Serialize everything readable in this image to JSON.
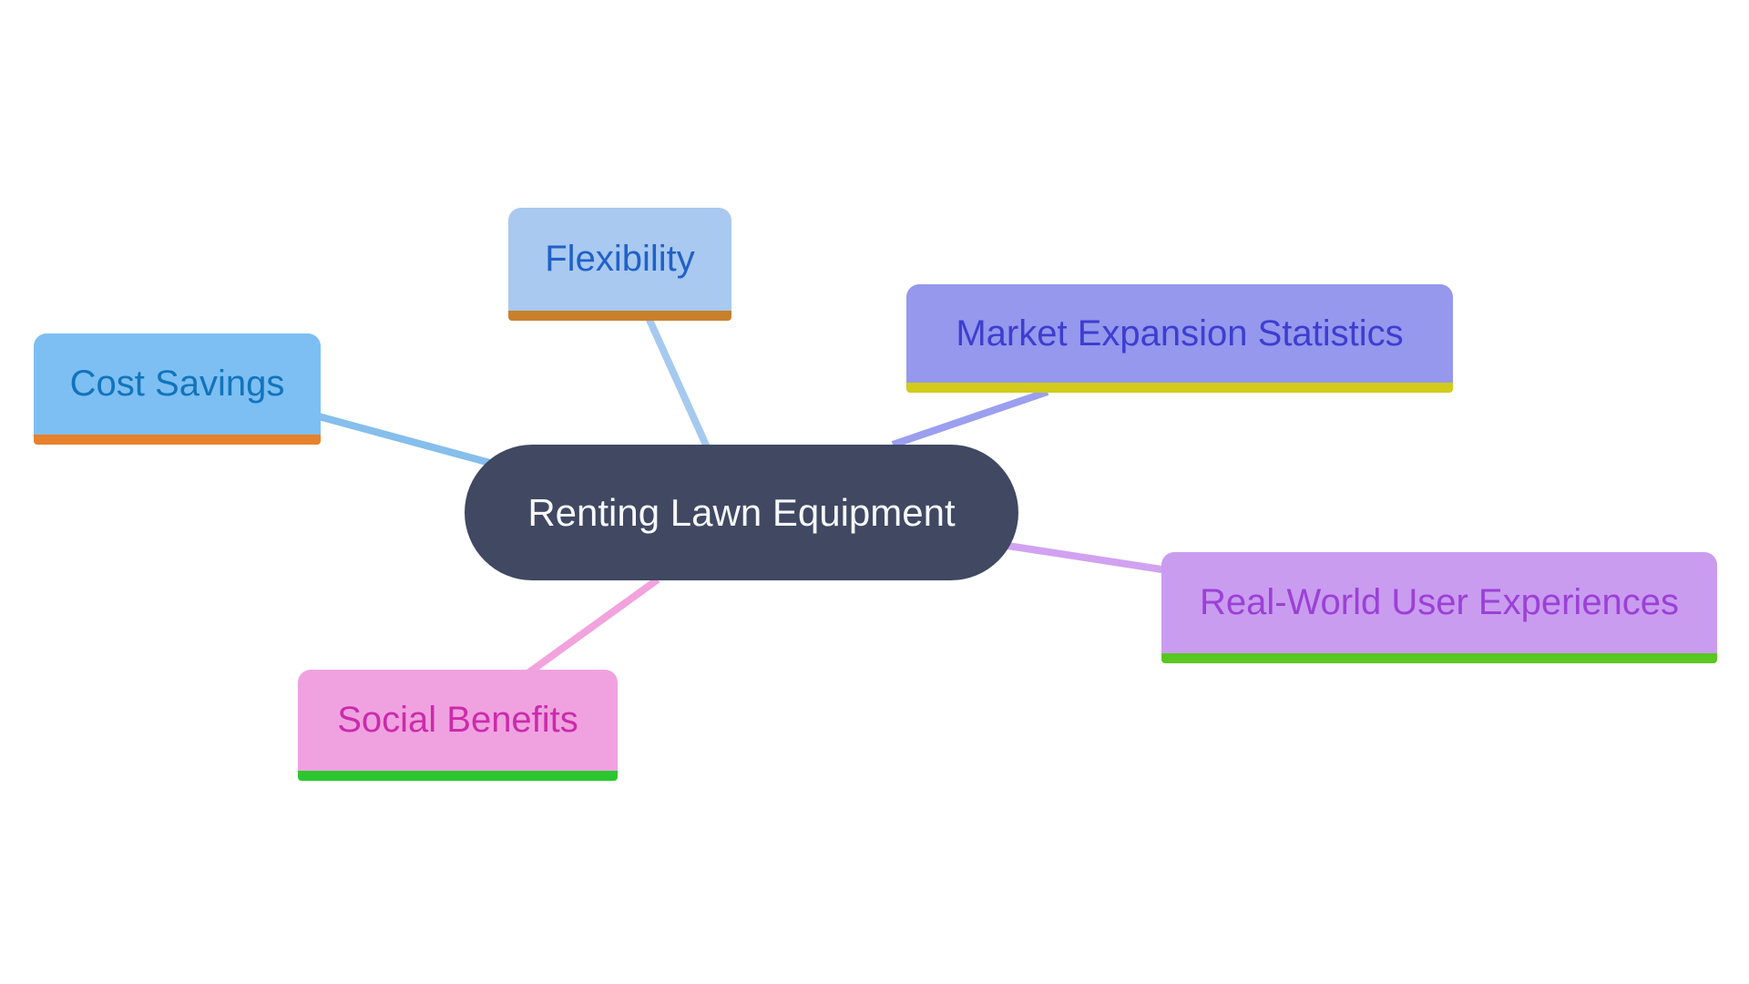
{
  "diagram": {
    "type": "mindmap",
    "background_color": "#ffffff",
    "center": {
      "label": "Renting Lawn Equipment",
      "fill": "#404862",
      "text_color": "#f7f8fa",
      "shape": "pill"
    },
    "branches": [
      {
        "id": "flexibility",
        "label": "Flexibility",
        "fill": "#a9c9f0",
        "text_color": "#2061c8",
        "underline_color": "#c8802b",
        "line_color": "#a6c9f0",
        "position": "top"
      },
      {
        "id": "cost-savings",
        "label": "Cost Savings",
        "fill": "#7dbff2",
        "text_color": "#1274bc",
        "underline_color": "#e8812c",
        "line_color": "#86beec",
        "position": "left"
      },
      {
        "id": "market-expansion-statistics",
        "label": "Market Expansion Statistics",
        "fill": "#9598ed",
        "text_color": "#3d3ed0",
        "underline_color": "#d2cb1b",
        "line_color": "#9b9ff0",
        "position": "top-right"
      },
      {
        "id": "real-world-user-experiences",
        "label": "Real-World User Experiences",
        "fill": "#c99cf0",
        "text_color": "#9c40d6",
        "underline_color": "#58c720",
        "line_color": "#d0a2f0",
        "position": "right"
      },
      {
        "id": "social-benefits",
        "label": "Social Benefits",
        "fill": "#f0a2e0",
        "text_color": "#cb2bab",
        "underline_color": "#2cc72f",
        "line_color": "#f2a3dd",
        "position": "bottom-left"
      }
    ]
  }
}
